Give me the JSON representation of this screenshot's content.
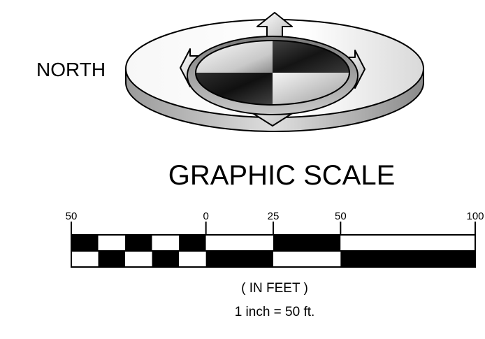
{
  "north_arrow": {
    "label": "NORTH",
    "icon": "compass-rose-icon"
  },
  "graphic_scale": {
    "title": "GRAPHIC SCALE",
    "tick_labels": [
      "50",
      "0",
      "25",
      "50",
      "100"
    ],
    "tick_values": [
      -50,
      0,
      25,
      50,
      100
    ],
    "units_label": "( IN FEET )",
    "ratio_label": "1 inch =  50 ft.",
    "colors": {
      "dark": "#000000",
      "light": "#ffffff"
    }
  }
}
